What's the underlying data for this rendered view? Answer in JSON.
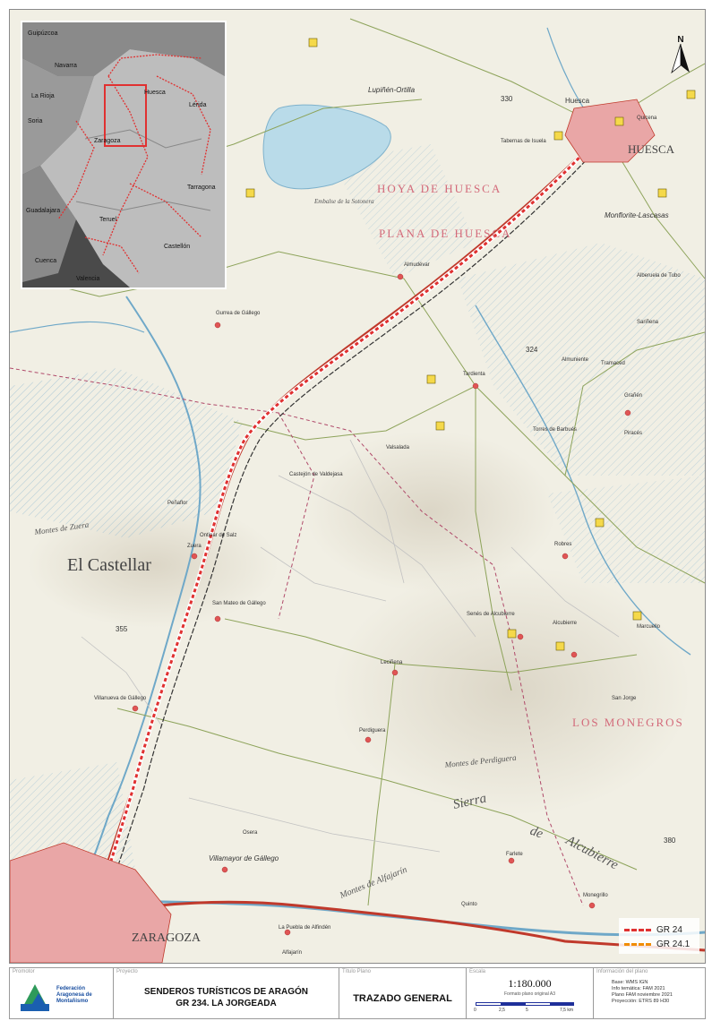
{
  "map": {
    "north_symbol": "north-arrow-icon",
    "region_labels": [
      "HOYA DE HUESCA",
      "PLANA DE HUESCA",
      "LOS MONEGROS"
    ],
    "big_labels": [
      "El Castellar",
      "ZARAGOZA",
      "HUESCA"
    ],
    "range_labels": [
      "Sierra",
      "de",
      "Alcubierre",
      "Montes de Alfajarín",
      "Montes de Zuera",
      "Montes de Perdiguera"
    ],
    "places": [
      "Huesca",
      "Monflorite-Lascasas",
      "Lupiñén-Ortilla",
      "Almudévar",
      "Gurrea de Gállego",
      "Tardienta",
      "Zuera",
      "Ontinar de Salz",
      "Villanueva de Gállego",
      "San Mateo de Gállego",
      "Leciñena",
      "Perdiguera",
      "Villamayor de Gállego",
      "La Puebla de Alfindén",
      "Alfajarín",
      "Robres",
      "Grañén",
      "Alcubierre",
      "Senés de Alcubierre",
      "Monegrillo",
      "Farlete",
      "Quicena",
      "Tabernas de Isuela",
      "Torres de Barbués",
      "Sariñena",
      "Almuniente",
      "Castejón de Valdejasa",
      "Peñaflor",
      "Alberuela de Tubo",
      "Valsalada",
      "Marcuello",
      "Quinto",
      "Osera",
      "Tramaced",
      "Piracés",
      "San Jorge"
    ],
    "landmarks": [
      "Embalse de la Sotonera"
    ],
    "road_numbers": [
      "330",
      "380",
      "324",
      "355"
    ]
  },
  "inset": {
    "labels": [
      "Guipúzcoa",
      "Navarra",
      "La Rioja",
      "Soria",
      "Huesca",
      "Lérida",
      "Zaragoza",
      "Tarragona",
      "Guadalajara",
      "Teruel",
      "Castellón",
      "Cuenca",
      "Valencia"
    ]
  },
  "legend": {
    "items": [
      {
        "label": "GR 24",
        "color": "#e03131"
      },
      {
        "label": "GR 24.1",
        "color": "#f08c00"
      }
    ]
  },
  "footer": {
    "promoter_caption": "Promotor",
    "promoter_name": "Federación Aragonesa de Montañismo",
    "project_caption": "Proyecto",
    "project_line1": "SENDEROS TURÍSTICOS DE ARAGÓN",
    "project_line2": "GR 234. LA JORGEADA",
    "title_caption": "Título Plano",
    "title": "TRAZADO GENERAL",
    "scale_caption": "Escala",
    "scale": "1:180.000",
    "scale_sub": "Formato plano original A3",
    "scale_ticks": [
      "0",
      "2,5",
      "5",
      "7,5 km"
    ],
    "info_caption": "Información del plano",
    "info_lines": "Base: WMS IGN\nInfo temática: FAM 2021\nPlano FAM noviembre 2021\nProyección: ETRS 89 H30"
  }
}
